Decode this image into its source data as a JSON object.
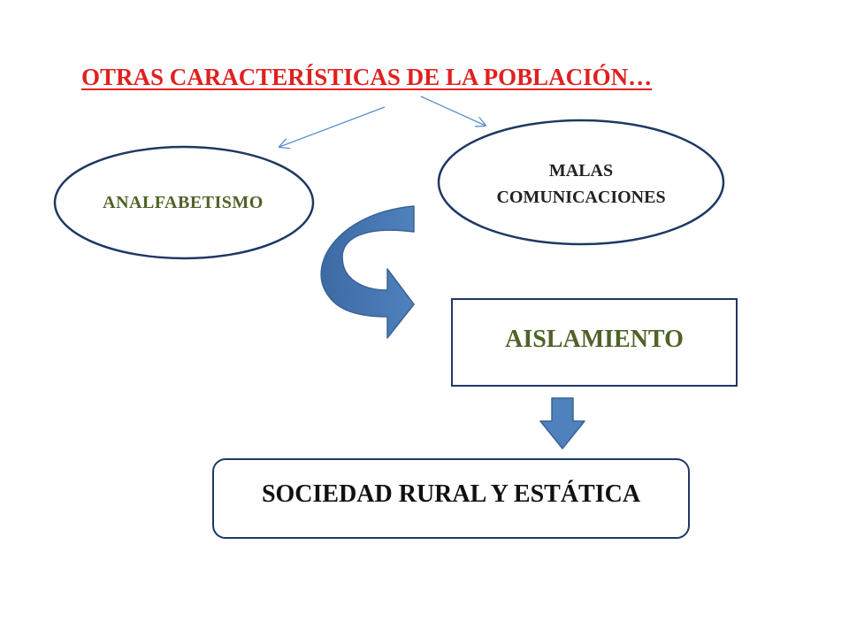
{
  "title": "OTRAS CARACTERÍSTICAS DE LA POBLACIÓN…",
  "nodes": {
    "analfabetismo": "ANALFABETISMO",
    "malas_line1": "MALAS",
    "malas_line2": "COMUNICACIONES",
    "aislamiento": "AISLAMIENTO",
    "sociedad": "SOCIEDAD RURAL Y ESTÁTICA"
  },
  "colors": {
    "title": "#e02020",
    "node_border": "#1f3864",
    "green_text": "#4f6228",
    "arrow_fill": "#4f81bd",
    "connector": "#5b8fc9"
  }
}
